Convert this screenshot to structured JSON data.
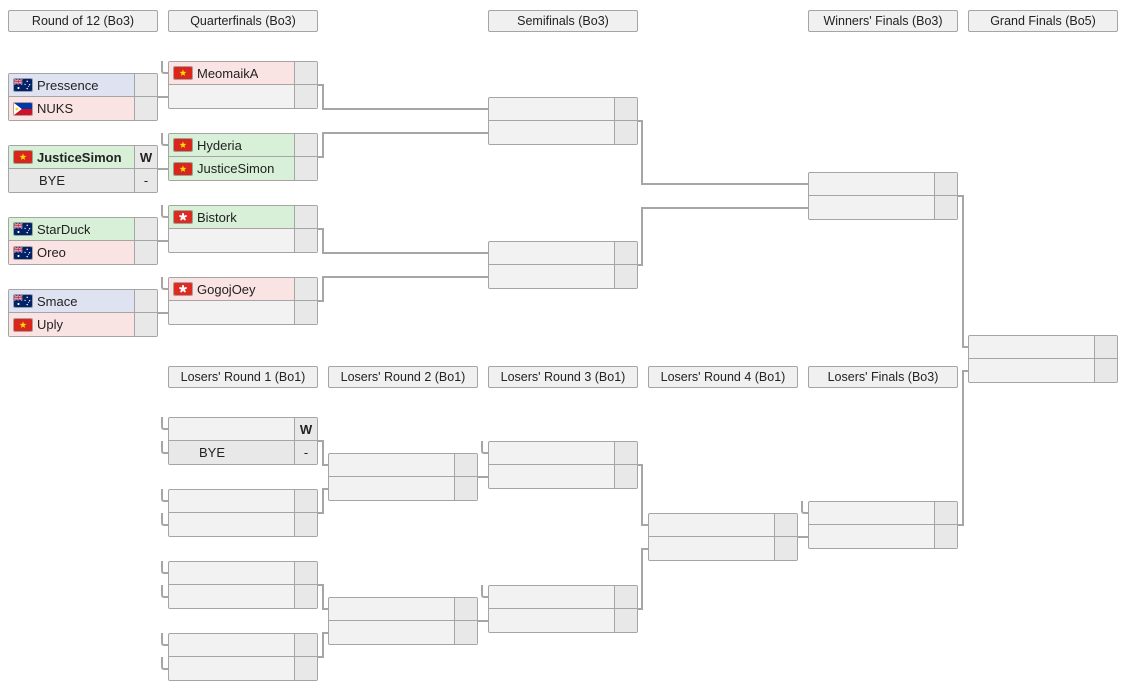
{
  "headers": {
    "winners": [
      "Round of 12 (Bo3)",
      "Quarterfinals (Bo3)",
      "Semifinals (Bo3)",
      "Winners' Finals (Bo3)",
      "Grand Finals (Bo5)"
    ],
    "losers": [
      "Losers' Round 1 (Bo1)",
      "Losers' Round 2 (Bo1)",
      "Losers' Round 3 (Bo1)",
      "Losers' Round 4 (Bo1)",
      "Losers' Finals (Bo3)"
    ]
  },
  "colors": {
    "tint_green": "#d8efd8",
    "tint_red": "#fae3e3",
    "tint_blue": "#dfe3f1",
    "tint_bye": "#e8e8e8",
    "row_default": "#f2f2f2",
    "score_cell": "#e8e8e8",
    "box_border": "#a5a5a5",
    "connector": "#a6a6a6"
  },
  "matches": {
    "r12m1": {
      "rows": [
        {
          "name": "Pressence",
          "score": "",
          "flag": "australia",
          "tint": "blue"
        },
        {
          "name": "NUKS",
          "score": "",
          "flag": "philippines",
          "tint": "red"
        }
      ]
    },
    "r12m2": {
      "rows": [
        {
          "name": "JusticeSimon",
          "score": "W",
          "flag": "vietnam",
          "tint": "green",
          "bold": true
        },
        {
          "name": "BYE",
          "score": "-",
          "tint": "bye"
        }
      ]
    },
    "r12m3": {
      "rows": [
        {
          "name": "StarDuck",
          "score": "",
          "flag": "australia",
          "tint": "green"
        },
        {
          "name": "Oreo",
          "score": "",
          "flag": "australia",
          "tint": "red"
        }
      ]
    },
    "r12m4": {
      "rows": [
        {
          "name": "Smace",
          "score": "",
          "flag": "australia",
          "tint": "blue"
        },
        {
          "name": "Uply",
          "score": "",
          "flag": "vietnam",
          "tint": "red"
        }
      ]
    },
    "qf1": {
      "rows": [
        {
          "name": "MeomaikA",
          "score": "",
          "flag": "vietnam",
          "tint": "red"
        },
        {
          "name": "",
          "score": ""
        }
      ]
    },
    "qf2": {
      "rows": [
        {
          "name": "Hyderia",
          "score": "",
          "flag": "vietnam",
          "tint": "green"
        },
        {
          "name": "JusticeSimon",
          "score": "",
          "flag": "vietnam",
          "tint": "green"
        }
      ]
    },
    "qf3": {
      "rows": [
        {
          "name": "Bistork",
          "score": "",
          "flag": "hongkong",
          "tint": "green"
        },
        {
          "name": "",
          "score": ""
        }
      ]
    },
    "qf4": {
      "rows": [
        {
          "name": "GogojOey",
          "score": "",
          "flag": "hongkong",
          "tint": "red"
        },
        {
          "name": "",
          "score": ""
        }
      ]
    },
    "sf1": {
      "rows": [
        {
          "name": "",
          "score": ""
        },
        {
          "name": "",
          "score": ""
        }
      ]
    },
    "sf2": {
      "rows": [
        {
          "name": "",
          "score": ""
        },
        {
          "name": "",
          "score": ""
        }
      ]
    },
    "wf": {
      "rows": [
        {
          "name": "",
          "score": ""
        },
        {
          "name": "",
          "score": ""
        }
      ]
    },
    "gf": {
      "rows": [
        {
          "name": "",
          "score": ""
        },
        {
          "name": "",
          "score": ""
        }
      ]
    },
    "lr1m1": {
      "rows": [
        {
          "name": "",
          "score": "W",
          "bold": true
        },
        {
          "name": "BYE",
          "score": "-",
          "tint": "bye"
        }
      ]
    },
    "lr1m2": {
      "rows": [
        {
          "name": "",
          "score": ""
        },
        {
          "name": "",
          "score": ""
        }
      ]
    },
    "lr1m3": {
      "rows": [
        {
          "name": "",
          "score": ""
        },
        {
          "name": "",
          "score": ""
        }
      ]
    },
    "lr1m4": {
      "rows": [
        {
          "name": "",
          "score": ""
        },
        {
          "name": "",
          "score": ""
        }
      ]
    },
    "lr2m1": {
      "rows": [
        {
          "name": "",
          "score": ""
        },
        {
          "name": "",
          "score": ""
        }
      ]
    },
    "lr2m2": {
      "rows": [
        {
          "name": "",
          "score": ""
        },
        {
          "name": "",
          "score": ""
        }
      ]
    },
    "lr3m1": {
      "rows": [
        {
          "name": "",
          "score": ""
        },
        {
          "name": "",
          "score": ""
        }
      ]
    },
    "lr3m2": {
      "rows": [
        {
          "name": "",
          "score": ""
        },
        {
          "name": "",
          "score": ""
        }
      ]
    },
    "lr4": {
      "rows": [
        {
          "name": "",
          "score": ""
        },
        {
          "name": "",
          "score": ""
        }
      ]
    },
    "lf": {
      "rows": [
        {
          "name": "",
          "score": ""
        },
        {
          "name": "",
          "score": ""
        }
      ]
    }
  }
}
